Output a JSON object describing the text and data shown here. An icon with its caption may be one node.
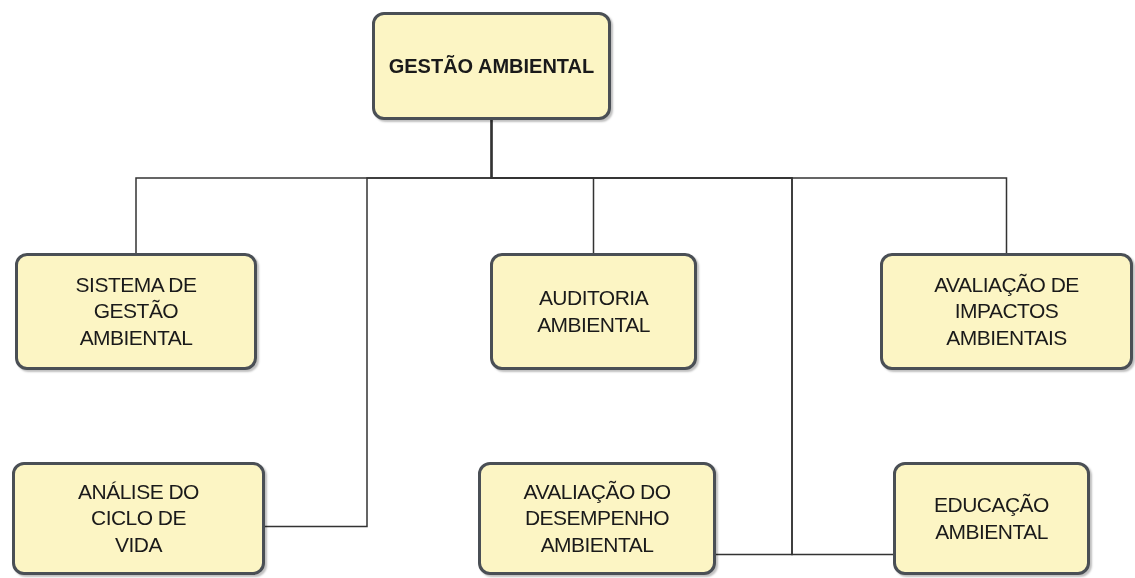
{
  "diagram": {
    "nodes": [
      {
        "text": [
          "GESTÃO AMBIENTAL"
        ]
      },
      {
        "text": [
          "SISTEMA DE GESTÃO AMBIENTAL"
        ]
      },
      {
        "text": [
          "AUDITORIA AMBIENTAL"
        ]
      },
      {
        "text": [
          "AVALIAÇÃO DE IMPACTOS AMBIENTAIS"
        ]
      },
      {
        "text": [
          "ANÁLISE DO CICLO DE VIDA"
        ]
      },
      {
        "text": [
          "AVALIAÇÃO DO DESEMPENHO AMBIENTAL"
        ]
      },
      {
        "text": [
          "EDUCAÇÃO AMBIENTAL"
        ]
      }
    ],
    "edges": [
      {
        "from": 0,
        "to": 1,
        "arrow": "none"
      },
      {
        "from": 0,
        "to": 2,
        "arrow": "none"
      },
      {
        "from": 0,
        "to": 3,
        "arrow": "none"
      },
      {
        "from": 0,
        "to": 4,
        "arrow": "none"
      },
      {
        "from": 0,
        "to": 5,
        "arrow": "none"
      },
      {
        "from": 0,
        "to": 6,
        "arrow": "none"
      }
    ]
  }
}
